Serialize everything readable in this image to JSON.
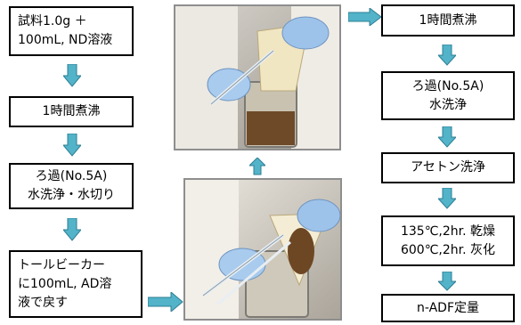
{
  "colors": {
    "arrow_fill": "#52b3c9",
    "arrow_stroke": "#2e7f93",
    "box_border": "#000000",
    "photo_border": "#8e8e8e"
  },
  "left_column": [
    {
      "lines": [
        "試料1.0g ＋",
        "100mL, ND溶液"
      ]
    },
    {
      "lines": [
        "1時間煮沸"
      ]
    },
    {
      "lines": [
        "ろ過(No.5A)",
        "水洗浄・水切り"
      ]
    },
    {
      "lines": [
        "トールビーカー",
        "に100mL, AD溶",
        "液で戻す"
      ]
    }
  ],
  "right_column": [
    {
      "lines": [
        "1時間煮沸"
      ]
    },
    {
      "lines": [
        "ろ過(No.5A)",
        "水洗浄"
      ]
    },
    {
      "lines": [
        "アセトン洗浄"
      ]
    },
    {
      "lines": [
        "135℃,2hr. 乾燥",
        "600℃,2hr. 灰化"
      ]
    },
    {
      "lines": [
        "n-ADF定量"
      ]
    }
  ],
  "photos": [
    {
      "icon": "photo-beaker-filter-pouring"
    },
    {
      "icon": "photo-beaker-filter-sample"
    }
  ]
}
